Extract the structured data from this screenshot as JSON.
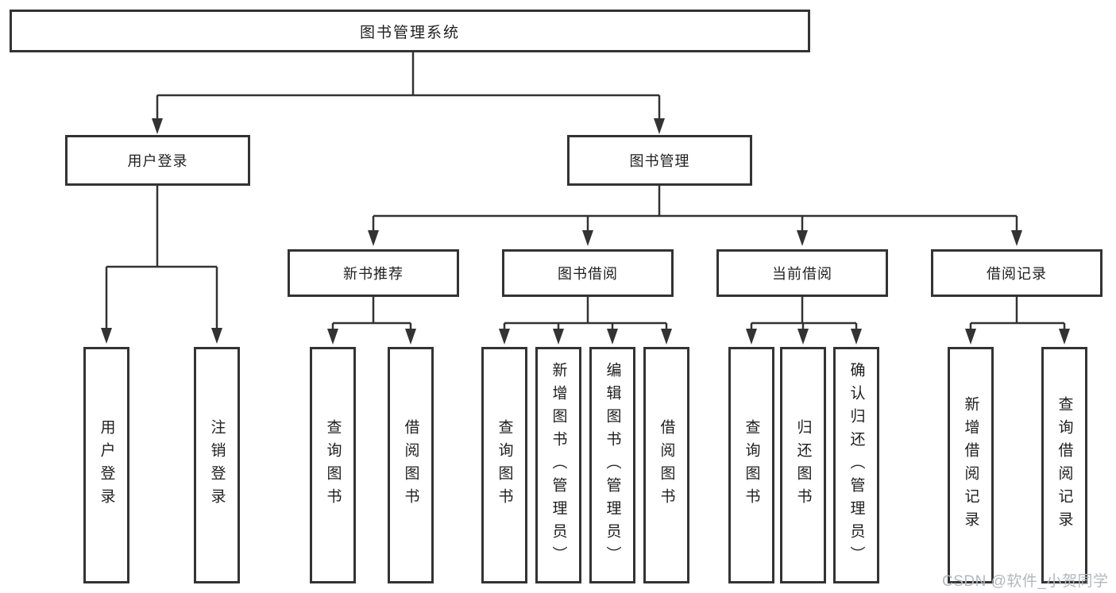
{
  "diagram": {
    "tree": {
      "root": {
        "label": "图书管理系统",
        "children": [
          {
            "label": "用户登录",
            "children": [
              {
                "label": "用户登录"
              },
              {
                "label": "注销登录"
              }
            ]
          },
          {
            "label": "图书管理",
            "children": [
              {
                "label": "新书推荐",
                "children": [
                  {
                    "label": "查询图书"
                  },
                  {
                    "label": "借阅图书"
                  }
                ]
              },
              {
                "label": "图书借阅",
                "children": [
                  {
                    "label": "查询图书"
                  },
                  {
                    "label": "新增图书（管理员）"
                  },
                  {
                    "label": "编辑图书（管理员）"
                  },
                  {
                    "label": "借阅图书"
                  }
                ]
              },
              {
                "label": "当前借阅",
                "children": [
                  {
                    "label": "查询图书"
                  },
                  {
                    "label": "归还图书"
                  },
                  {
                    "label": "确认归还（管理员）"
                  }
                ]
              },
              {
                "label": "借阅记录",
                "children": [
                  {
                    "label": "新增借阅记录"
                  },
                  {
                    "label": "查询借阅记录"
                  }
                ]
              }
            ]
          }
        ]
      }
    },
    "colors": {
      "line": "#333333",
      "box_border": "#333333",
      "text": "#1f1f1f",
      "background": "#ffffff",
      "watermark": "#b4b7bc"
    }
  },
  "watermark": {
    "text": "CSDN @软件_小贺同学"
  }
}
